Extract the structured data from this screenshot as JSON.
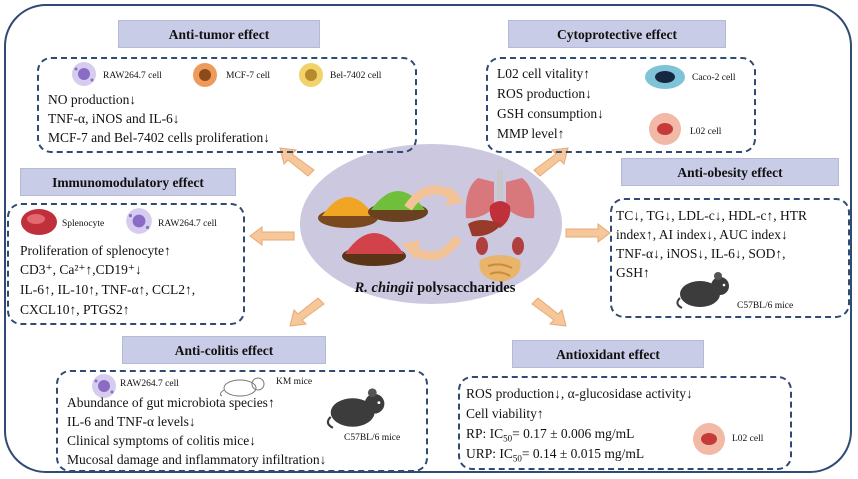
{
  "center": {
    "label_italic": "R. chingii",
    "label_rest": " polysaccharides"
  },
  "anti_tumor": {
    "title": "Anti-tumor effect",
    "cells": [
      "RAW264.7 cell",
      "MCF-7 cell",
      "Bel-7402 cell"
    ],
    "lines": [
      "NO production↓",
      "TNF-α, iNOS and IL-6↓",
      "MCF-7 and Bel-7402 cells proliferation↓"
    ]
  },
  "cytoprotective": {
    "title": "Cytoprotective effect",
    "cells": [
      "Caco-2 cell",
      "L02 cell"
    ],
    "lines": [
      "L02 cell vitality↑",
      "ROS production↓",
      "GSH consumption↓",
      "MMP level↑"
    ]
  },
  "immunomodulatory": {
    "title": "Immunomodulatory effect",
    "cells": [
      "Splenocyte",
      "RAW264.7 cell"
    ],
    "lines": [
      "Proliferation of splenocyte↑",
      "CD3⁺, Ca²⁺↑,CD19⁺↓",
      "IL-6↑, IL-10↑,  TNF-α↑, CCL2↑,",
      "CXCL10↑, PTGS2↑"
    ]
  },
  "anti_obesity": {
    "title": "Anti-obesity effect",
    "lines": [
      "TC↓, TG↓, LDL-c↓, HDL-c↑, HTR",
      "index↑, AI index↓, AUC index↓",
      "TNF-α↓, iNOS↓, IL-6↓, SOD↑,",
      "GSH↑"
    ],
    "mice": "C57BL/6 mice"
  },
  "anti_colitis": {
    "title": "Anti-colitis effect",
    "cells": [
      "RAW264.7 cell",
      "KM mice"
    ],
    "lines": [
      "Abundance of gut microbiota species↑",
      "IL-6 and TNF-α levels↓",
      "Clinical symptoms of colitis mice↓",
      "Mucosal damage and inflammatory infiltration↓"
    ],
    "mice": "C57BL/6 mice"
  },
  "antioxidant": {
    "title": "Antioxidant effect",
    "lines": [
      "ROS production↓, α-glucosidase activity↓",
      "Cell viability↑"
    ],
    "rp_prefix": "RP: IC",
    "rp_sub": "50",
    "rp_value": "= 0.17 ± 0.006 mg/mL",
    "urp_prefix": "URP: IC",
    "urp_sub": "50",
    "urp_value": "= 0.14 ± 0.015 mg/mL",
    "cell": "L02 cell"
  },
  "colors": {
    "frame": "#2f4a73",
    "title_bg": "#c9cce6",
    "ellipse": "#ccc8e0",
    "arrow": "#f6c79a"
  }
}
